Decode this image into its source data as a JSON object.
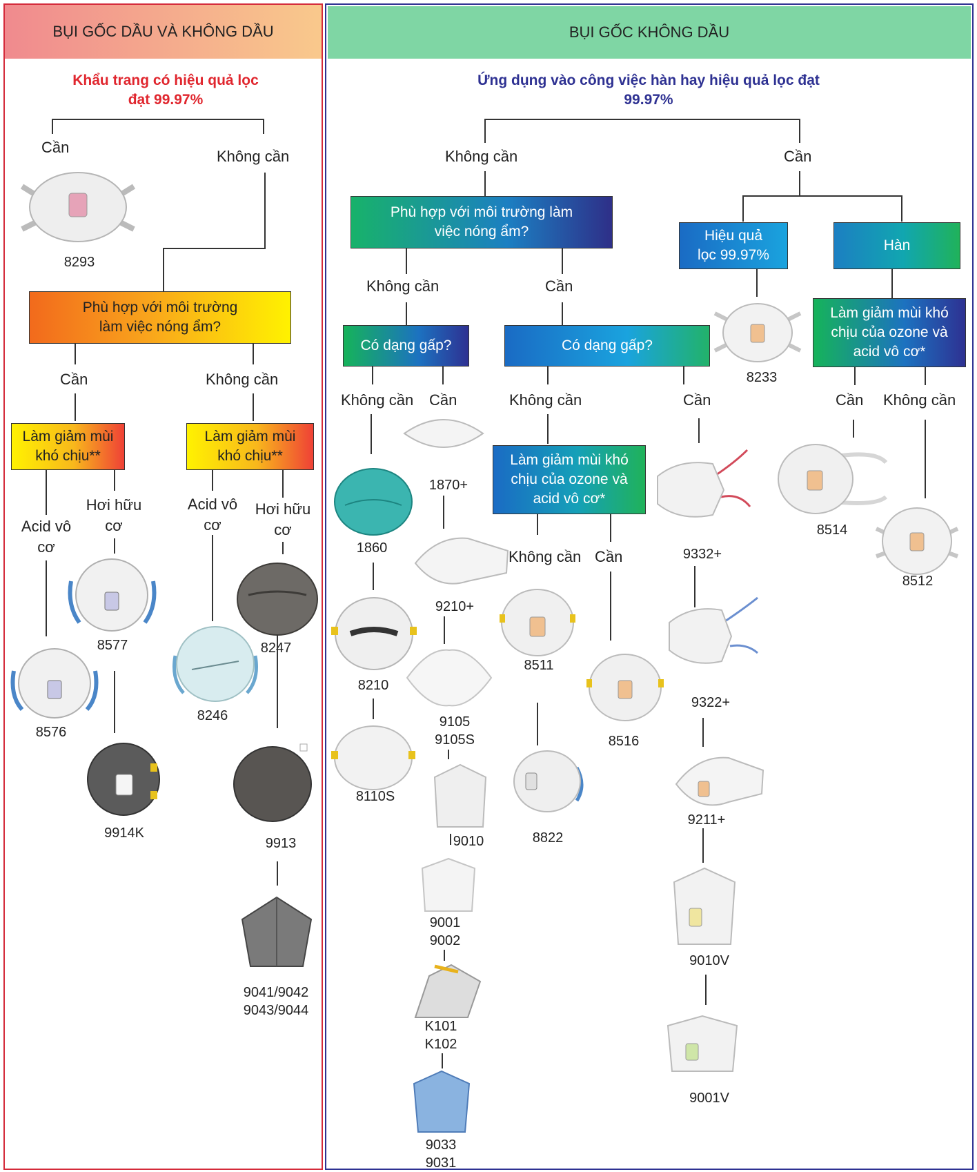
{
  "left": {
    "header": "BỤI GỐC DẦU VÀ KHÔNG DẦU",
    "question": "Khẩu trang có hiệu quả lọc đạt 99.97%",
    "yes1": "Cần",
    "no1": "Không cần",
    "model_8293": "8293",
    "box_humid": "Phù hợp với môi trường làm việc nóng ẩm?",
    "yes2": "Cần",
    "no2": "Không cần",
    "box_odor_a": "Làm giảm mùi khó chịu**",
    "box_odor_b": "Làm giảm mùi khó chịu**",
    "acid_a": "Acid vô cơ",
    "organic_a": "Hơi hữu cơ",
    "acid_b": "Acid vô cơ",
    "organic_b": "Hơi hữu cơ",
    "models": {
      "m8577": "8577",
      "m8576": "8576",
      "m9914K": "9914K",
      "m8246": "8246",
      "m8247": "8247",
      "m9913": "9913",
      "m9041": "9041/9042\n9043/9044"
    }
  },
  "right": {
    "header": "BỤI GỐC KHÔNG DẦU",
    "question": "Ứng dụng vào công việc hàn hay hiệu quả lọc đạt 99.97%",
    "no1": "Không cần",
    "yes1": "Cần",
    "box_humid": "Phù hợp với môi trường làm việc nóng ẩm?",
    "box_eff": "Hiệu quả lọc 99.97%",
    "box_weld": "Hàn",
    "no2": "Không cần",
    "yes2": "Cần",
    "box_fold_a": "Có dạng gấp?",
    "box_fold_b": "Có dạng gấp?",
    "box_ozone_weld": "Làm giảm mùi khó chịu của ozone và acid vô cơ*",
    "no3a": "Không cần",
    "yes3a": "Cần",
    "no3b": "Không cần",
    "yes3b": "Cần",
    "yes3c": "Cần",
    "no3c": "Không cần",
    "box_ozone_mid": "Làm giảm mùi khó chịu của ozone và acid vô cơ*",
    "no4": "Không cần",
    "yes4": "Cần",
    "models": {
      "m8233": "8233",
      "m8514": "8514",
      "m8512": "8512",
      "m1860": "1860",
      "m8210": "8210",
      "m8110S": "8110S",
      "m1870": "1870+",
      "m9210": "9210+",
      "m9105": "9105\n9105S",
      "m9010": "9010",
      "m9001": "9001\n9002",
      "mK101": "K101\nK102",
      "m9033": "9033\n9031",
      "m8511": "8511",
      "m8822": "8822",
      "m8516": "8516",
      "m9332": "9332+",
      "m9322": "9322+",
      "m9211": "9211+",
      "m9010V": "9010V",
      "m9001V": "9001V"
    }
  },
  "colors": {
    "left_border": "#d42a3a",
    "right_border": "#2e3192",
    "left_question": "#e0262e",
    "right_question": "#2e3192"
  }
}
